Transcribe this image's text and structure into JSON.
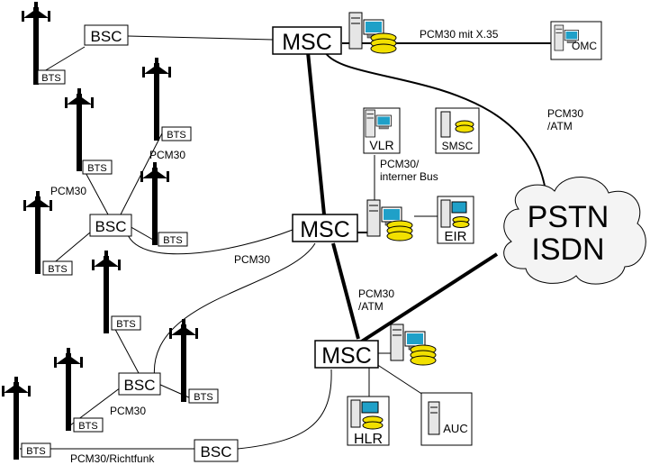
{
  "nodes": {
    "msc_top": "MSC",
    "msc_mid": "MSC",
    "msc_bottom": "MSC",
    "bsc_1": "BSC",
    "bsc_2": "BSC",
    "bsc_3": "BSC",
    "bsc_4": "BSC",
    "omc": "OMC",
    "vlr": "VLR",
    "smsc": "SMSC",
    "eir": "EIR",
    "hlr": "HLR",
    "auc": "AUC",
    "pstn_line1": "PSTN",
    "pstn_line2": "ISDN",
    "bts": "BTS"
  },
  "links": {
    "pcm30_x35": "PCM30 mit X.35",
    "pcm30_atm_right_1": "PCM30",
    "pcm30_atm_right_2": "/ATM",
    "pcm30_bus_1": "PCM30/",
    "pcm30_bus_2": "interner Bus",
    "pcm30_a": "PCM30",
    "pcm30_b": "PCM30",
    "pcm30_c": "PCM30",
    "pcm30_atm_mid_1": "PCM30",
    "pcm30_atm_mid_2": "/ATM",
    "pcm30_d": "PCM30",
    "pcm30_richtfunk": "PCM30/Richtfunk"
  }
}
